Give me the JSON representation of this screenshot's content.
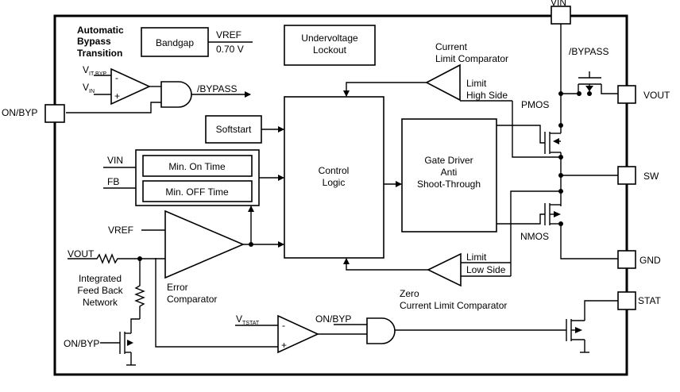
{
  "title_lines": [
    "Automatic",
    "Bypass",
    "Transition"
  ],
  "blocks": {
    "bandgap": "Bandgap",
    "vref_out": "VREF",
    "vref_value": "0.70 V",
    "uvlo_line1": "Undervoltage",
    "uvlo_line2": "Lockout",
    "softstart": "Softstart",
    "control_line1": "Control",
    "control_line2": "Logic",
    "gate_line1": "Gate Driver",
    "gate_line2": "Anti",
    "gate_line3": "Shoot-Through",
    "min_on": "Min. On Time",
    "min_off": "Min. OFF Time"
  },
  "pins": {
    "vin": "VIN",
    "vout": "VOUT",
    "sw": "SW",
    "gnd": "GND",
    "stat": "STAT",
    "on_byp": "ON/BYP"
  },
  "signals": {
    "vit_byp_main": "V",
    "vit_byp_sub": "IT BYP",
    "vin_main": "V",
    "vin_sub": "IN",
    "bypass_out": "/BYPASS",
    "bypass_gate": "/BYPASS",
    "vin_timer": "VIN",
    "fb": "FB",
    "vref_in": "VREF",
    "vout_in": "VOUT",
    "on_byp_gate": "ON/BYP",
    "on_byp_fet": "ON/BYP",
    "vtstat_main": "V",
    "vtstat_sub": "TSTAT",
    "pmos": "PMOS",
    "nmos": "NMOS",
    "limit_high": "Limit",
    "high_side": "High Side",
    "limit_low": "Limit",
    "low_side": "Low Side"
  },
  "labels": {
    "current_limit_comp_1": "Current",
    "current_limit_comp_2": "Limit Comparator",
    "zero_current_1": "Zero",
    "zero_current_2": "Current Limit Comparator",
    "error_comp_1": "Error",
    "error_comp_2": "Comparator",
    "feedback_1": "Integrated",
    "feedback_2": "Feed Back",
    "feedback_3": "Network"
  },
  "comparator_signs": {
    "minus": "-",
    "plus": "+"
  }
}
